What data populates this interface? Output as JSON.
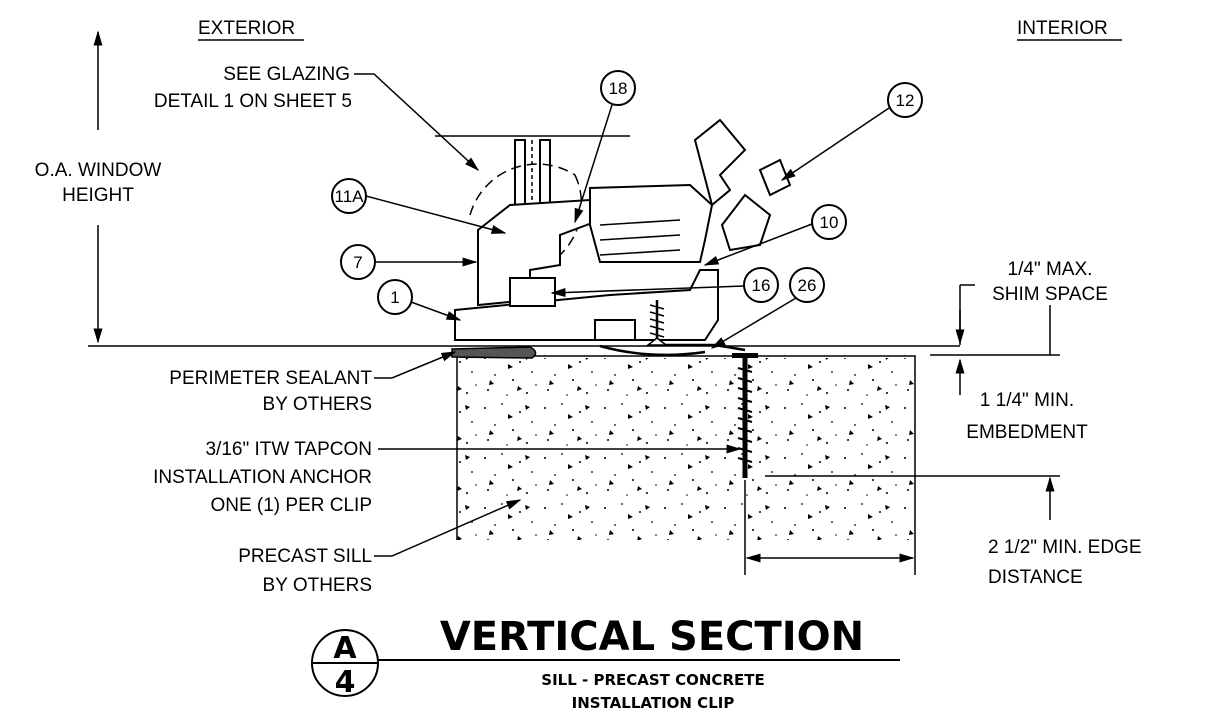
{
  "headings": {
    "exterior": "EXTERIOR",
    "interior": "INTERIOR"
  },
  "notes": {
    "see_glazing_line1": "SEE GLAZING",
    "see_glazing_line2": "DETAIL 1 ON SHEET 5",
    "window_height_line1": "O.A. WINDOW",
    "window_height_line2": "HEIGHT",
    "shim_line1": "1/4\" MAX.",
    "shim_line2": "SHIM SPACE",
    "embed_line1": "1 1/4\" MIN.",
    "embed_line2": "EMBEDMENT",
    "edge_line1": "2 1/2\" MIN. EDGE",
    "edge_line2": "DISTANCE",
    "sealant_line1": "PERIMETER SEALANT",
    "sealant_line2": "BY OTHERS",
    "anchor_line1": "3/16\" ITW TAPCON",
    "anchor_line2": "INSTALLATION ANCHOR",
    "anchor_line3": "ONE (1) PER CLIP",
    "sill_line1": "PRECAST SILL",
    "sill_line2": "BY OTHERS"
  },
  "callouts": {
    "c18": "18",
    "c12": "12",
    "c11a": "11A",
    "c10": "10",
    "c7": "7",
    "c1": "1",
    "c16": "16",
    "c26": "26"
  },
  "title": {
    "main": "VERTICAL SECTION",
    "sub_line1": "SILL - PRECAST CONCRETE",
    "sub_line2": "INSTALLATION CLIP",
    "detail_letter": "A",
    "detail_sheet": "4"
  }
}
